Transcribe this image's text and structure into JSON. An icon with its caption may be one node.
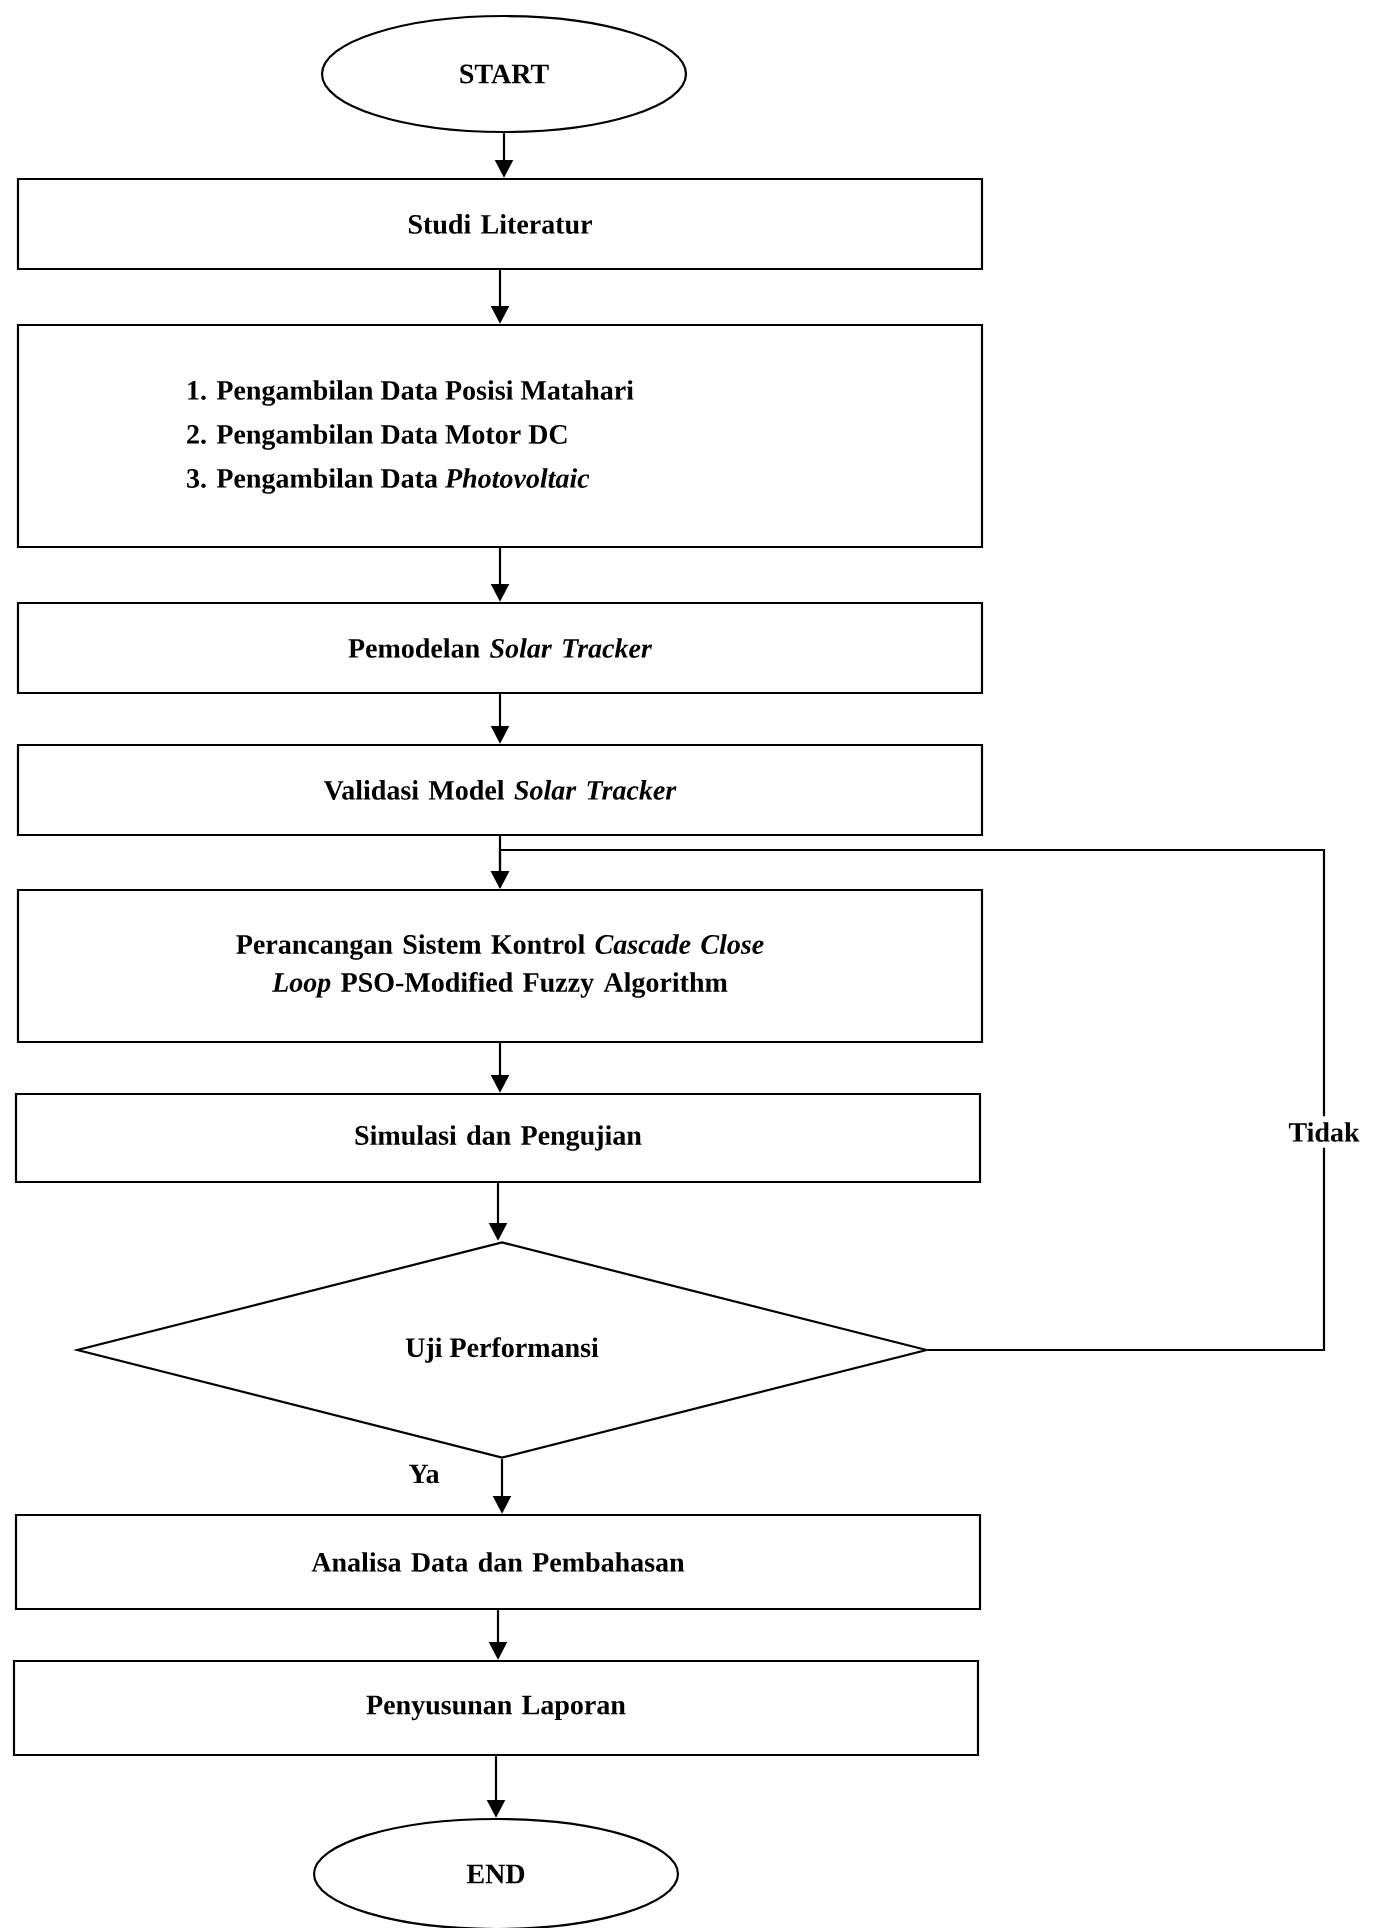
{
  "diagram": {
    "nodes": [
      {
        "text": [
          "START"
        ]
      },
      {
        "text": [
          "Studi Literatur"
        ]
      },
      {
        "text": [
          "1.  Pengambilan Data Posisi Matahari",
          "2.  Pengambilan Data Motor DC",
          "3.  Pengambilan Data *Photovoltaic*"
        ]
      },
      {
        "text": [
          "Pemodelan *Solar Tracker*"
        ]
      },
      {
        "text": [
          "Validasi Model *Solar Tracker*"
        ]
      },
      {
        "text": [
          "Perancangan Sistem Kontrol *Cascade Close Loop* PSO-Modified Fuzzy Algorithm"
        ]
      },
      {
        "text": [
          "Simulasi dan Pengujian"
        ]
      },
      {
        "text": [
          "Uji Performansi"
        ]
      },
      {
        "text": [
          "Analisa Data dan Pembahasan"
        ]
      },
      {
        "text": [
          "Penyusunan Laporan"
        ]
      },
      {
        "text": [
          "END"
        ]
      }
    ],
    "edges": [
      {
        "from": 0,
        "to": 1,
        "arrow": "to"
      },
      {
        "from": 1,
        "to": 2,
        "arrow": "to"
      },
      {
        "from": 2,
        "to": 3,
        "arrow": "to"
      },
      {
        "from": 3,
        "to": 4,
        "arrow": "to"
      },
      {
        "from": 4,
        "to": 5,
        "arrow": "to"
      },
      {
        "from": 5,
        "to": 6,
        "arrow": "to"
      },
      {
        "from": 6,
        "to": 7,
        "arrow": "to"
      },
      {
        "from": 7,
        "to": 8,
        "arrow": "to",
        "label": "Ya"
      },
      {
        "from": 8,
        "to": 9,
        "arrow": "to"
      },
      {
        "from": 9,
        "to": 10,
        "arrow": "to"
      },
      {
        "from": 7,
        "to": 5,
        "arrow": "to",
        "label": "Tidak"
      }
    ]
  }
}
